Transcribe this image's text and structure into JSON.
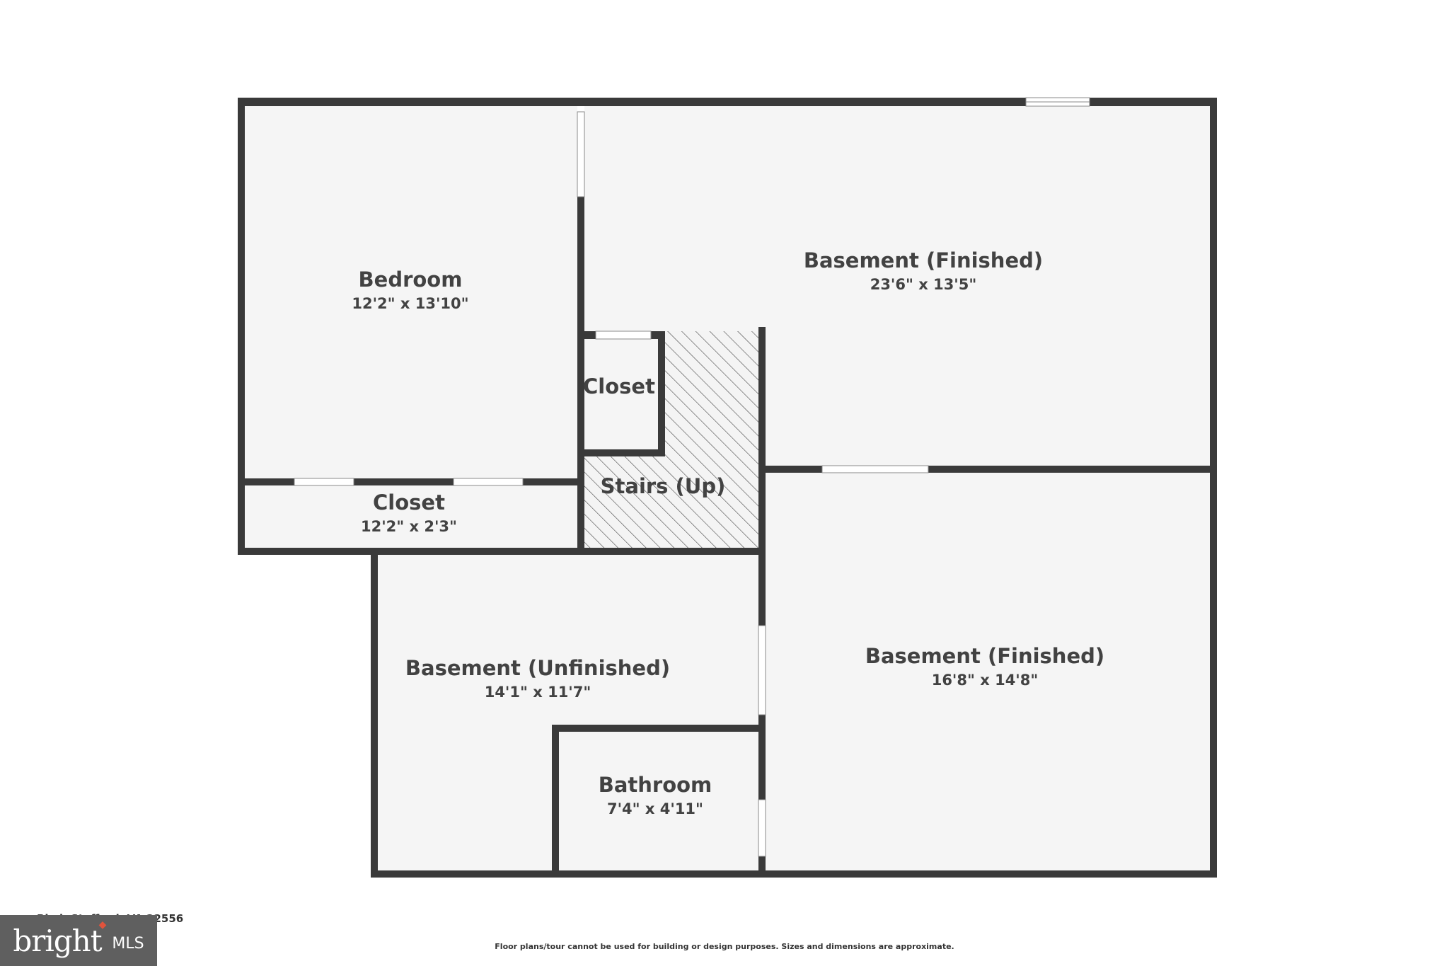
{
  "rooms": {
    "bedroom": {
      "name": "Bedroom",
      "dim": "12'2\" x 13'10\""
    },
    "basement_finished_top": {
      "name": "Basement (Finished)",
      "dim": "23'6\" x 13'5\""
    },
    "closet_small": {
      "name": "Closet"
    },
    "stairs": {
      "name": "Stairs (Up)"
    },
    "closet_wide": {
      "name": "Closet",
      "dim": "12'2\" x 2'3\""
    },
    "basement_unfinished": {
      "name": "Basement (Unfinished)",
      "dim": "14'1\" x 11'7\""
    },
    "basement_finished_bottom": {
      "name": "Basement (Finished)",
      "dim": "16'8\" x 14'8\""
    },
    "bathroom": {
      "name": "Bathroom",
      "dim": "7'4\" x 4'11\""
    }
  },
  "footer": {
    "address": "Blvd, Stafford, VA 22556",
    "disclaimer": "Floor plans/tour cannot be used for building or design purposes. Sizes and dimensions are approximate."
  },
  "logo": {
    "main": "bright",
    "sub": "MLS"
  },
  "colors": {
    "wall": "#3a3a3a",
    "floor": "#f5f5f5",
    "text": "#424242",
    "logo_bg": "#5f5f5f"
  }
}
